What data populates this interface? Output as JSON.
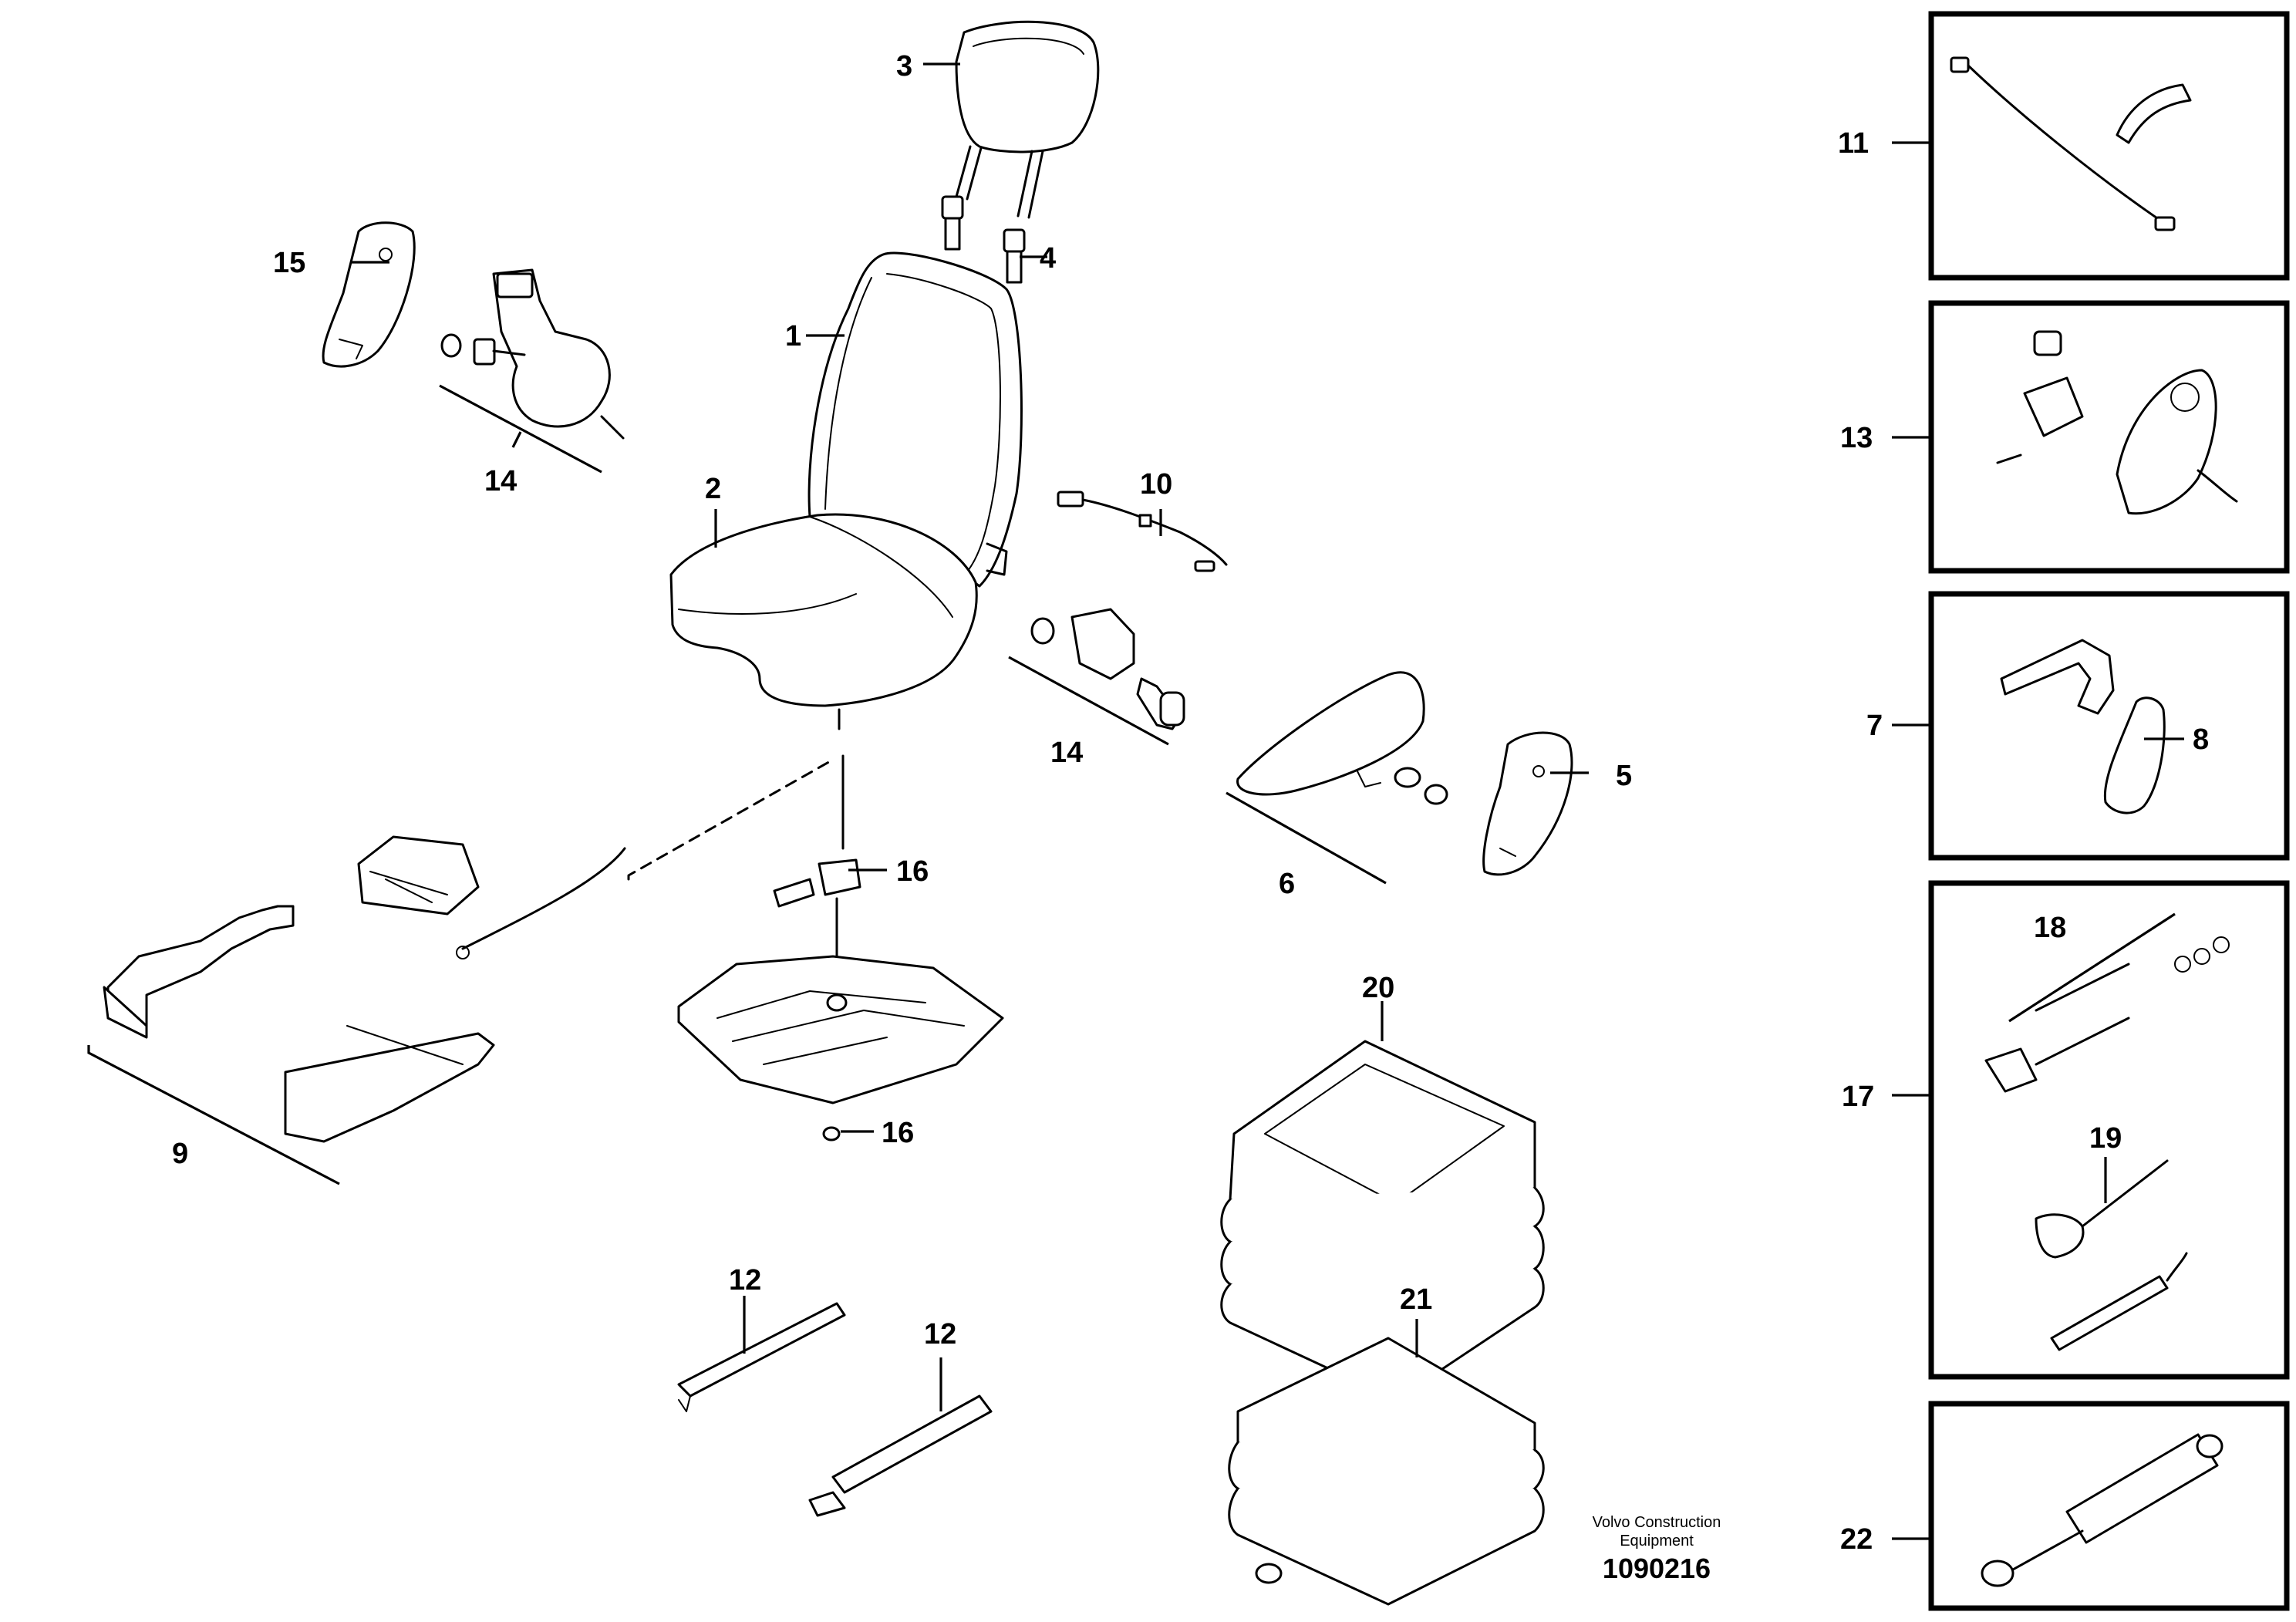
{
  "callouts": {
    "c1": "1",
    "c2": "2",
    "c3": "3",
    "c4": "4",
    "c5": "5",
    "c6": "6",
    "c7": "7",
    "c8": "8",
    "c9": "9",
    "c10": "10",
    "c11": "11",
    "c12a": "12",
    "c12b": "12",
    "c13": "13",
    "c14a": "14",
    "c14b": "14",
    "c15": "15",
    "c16a": "16",
    "c16b": "16",
    "c17": "17",
    "c18": "18",
    "c19": "19",
    "c20": "20",
    "c21": "21",
    "c22": "22"
  },
  "footer": {
    "company_line1": "Volvo Construction",
    "company_line2": "Equipment",
    "drawing_number": "1090216"
  }
}
